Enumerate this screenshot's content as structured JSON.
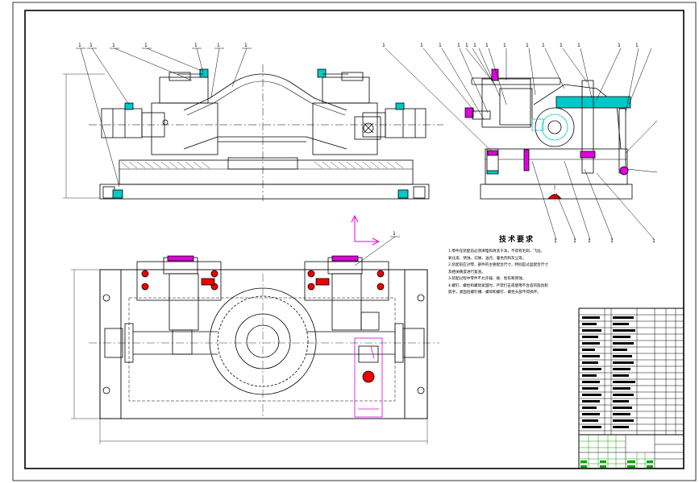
{
  "technical_requirements": {
    "title": "技术要求",
    "lines": [
      "1.零件在装配前必须清理和清洗干净，不得有毛刺、飞边、",
      "氧化皮、锈蚀、切屑、油污、着色剂和灰尘等。",
      "2.装配前应对零、部件的主要配合尺寸，特别是过盈配合尺寸",
      "及相关精度进行复查。",
      "3.装配过程中零件不允许磕、碰、划伤和锈蚀。",
      "4.螺钉、螺栓和螺母紧固时，严禁打击或使用不合适的旋具和",
      "扳手。紧固后螺钉槽、螺母和螺钉、螺栓头部不得损坏。"
    ]
  },
  "balloons": {
    "main_view": [
      "1",
      "1",
      "1",
      "1",
      "1",
      "1",
      "1"
    ],
    "side_view_top": [
      "1",
      "1",
      "1",
      "1",
      "1",
      "1",
      "1",
      "1",
      "1",
      "1",
      "1",
      "1",
      "1",
      "1"
    ],
    "side_view_bottom": [
      "1",
      "1",
      "1",
      "1",
      "1"
    ],
    "plan_view": [
      "1"
    ]
  },
  "colors": {
    "line": "#000000",
    "accent_cyan": "#00c8c8",
    "accent_magenta": "#e000e0",
    "accent_red": "#d00000",
    "title_green": "#00a000"
  }
}
